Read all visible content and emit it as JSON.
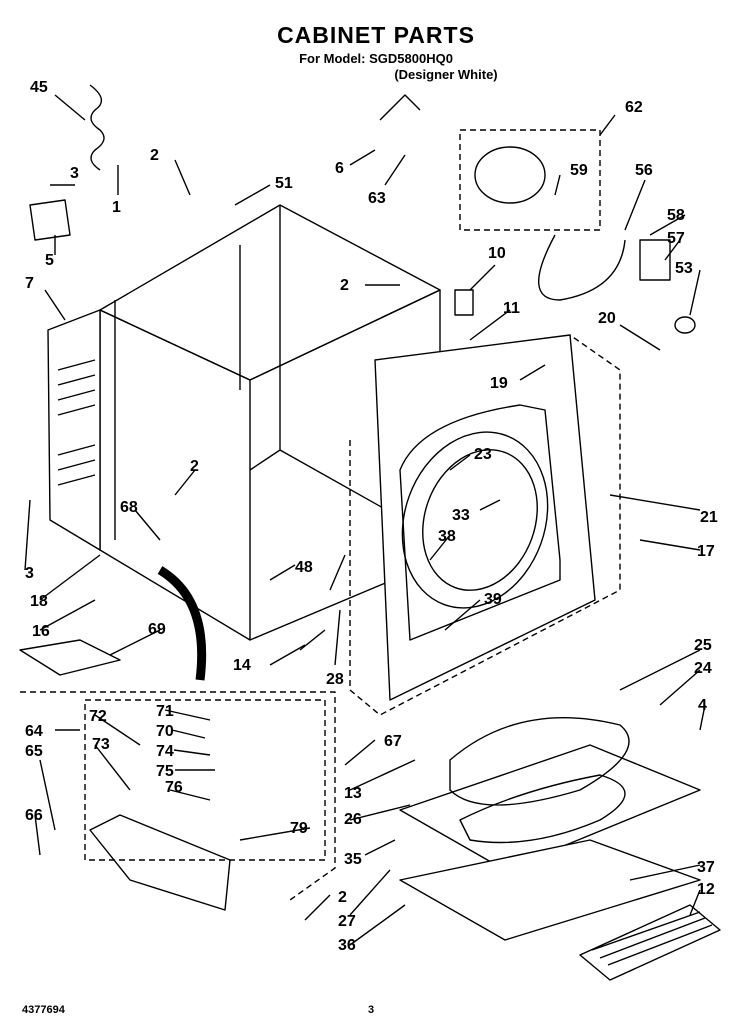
{
  "header": {
    "title": "CABINET PARTS",
    "model": "For Model: SGD5800HQ0",
    "color": "(Designer White)"
  },
  "callouts": [
    "45",
    "3",
    "1",
    "2",
    "51",
    "6",
    "63",
    "62",
    "59",
    "56",
    "58",
    "57",
    "53",
    "5",
    "7",
    "10",
    "11",
    "2",
    "20",
    "19",
    "21",
    "17",
    "23",
    "33",
    "38",
    "2",
    "68",
    "3",
    "18",
    "48",
    "16",
    "69",
    "14",
    "28",
    "39",
    "25",
    "24",
    "4",
    "71",
    "72",
    "70",
    "64",
    "73",
    "74",
    "65",
    "75",
    "76",
    "79",
    "67",
    "13",
    "26",
    "66",
    "35",
    "2",
    "27",
    "36",
    "37",
    "12"
  ],
  "footer": {
    "doc_number": "4377694",
    "page": "3"
  }
}
